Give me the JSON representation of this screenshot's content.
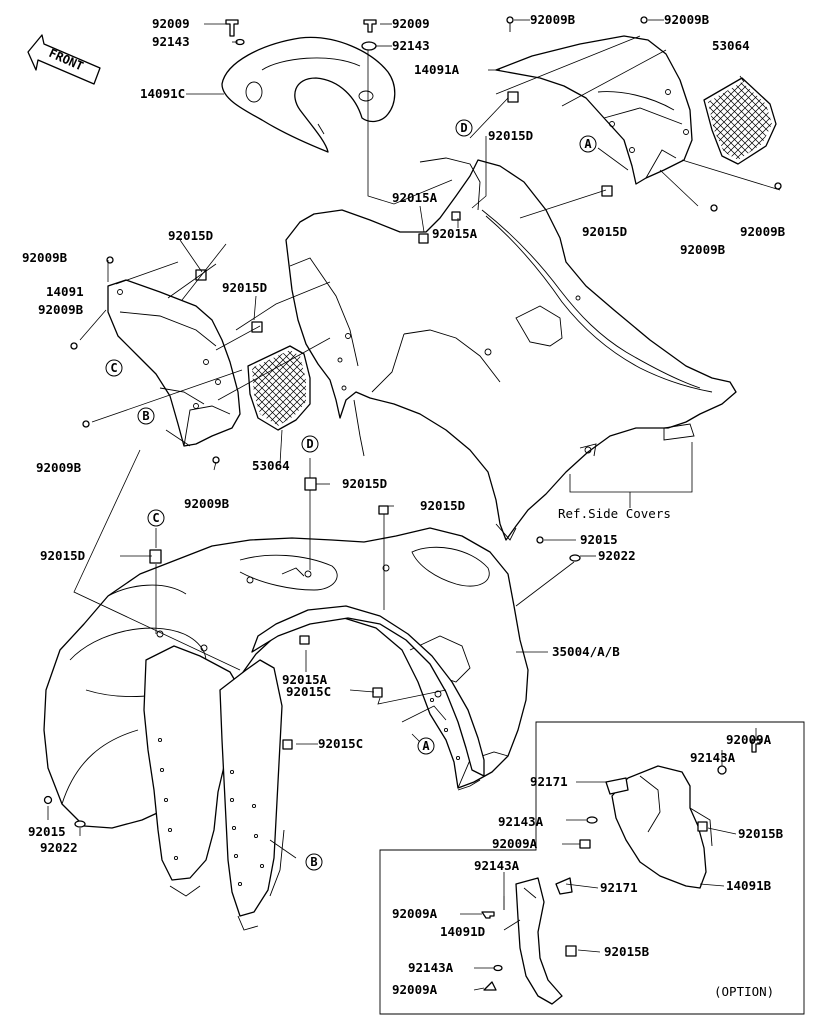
{
  "front_arrow": {
    "label": "FRONT"
  },
  "option_box": {
    "label": "(OPTION)"
  },
  "ref_note": "Ref.Side Covers",
  "part_labels": [
    {
      "id": "p1",
      "text": "92009"
    },
    {
      "id": "p2",
      "text": "92143"
    },
    {
      "id": "p3",
      "text": "14091C"
    },
    {
      "id": "p4",
      "text": "92009"
    },
    {
      "id": "p5",
      "text": "92143"
    },
    {
      "id": "p6",
      "text": "92009B"
    },
    {
      "id": "p7",
      "text": "92009B"
    },
    {
      "id": "p8",
      "text": "14091A"
    },
    {
      "id": "p9",
      "text": "53064"
    },
    {
      "id": "p10",
      "text": "92015D"
    },
    {
      "id": "p11",
      "text": "92009B"
    },
    {
      "id": "p12",
      "text": "92015D"
    },
    {
      "id": "p13",
      "text": "92009B"
    },
    {
      "id": "p14",
      "text": "92015A"
    },
    {
      "id": "p15",
      "text": "92015A"
    },
    {
      "id": "p16",
      "text": "92009B"
    },
    {
      "id": "p17",
      "text": "92015D"
    },
    {
      "id": "p18",
      "text": "14091"
    },
    {
      "id": "p19",
      "text": "92009B"
    },
    {
      "id": "p20",
      "text": "92015D"
    },
    {
      "id": "p21",
      "text": "92009B"
    },
    {
      "id": "p22",
      "text": "53064"
    },
    {
      "id": "p23",
      "text": "92015D"
    },
    {
      "id": "p24",
      "text": "92009B"
    },
    {
      "id": "p25",
      "text": "92015D"
    },
    {
      "id": "p26",
      "text": "92015D"
    },
    {
      "id": "p27",
      "text": "92015"
    },
    {
      "id": "p28",
      "text": "92022"
    },
    {
      "id": "p29",
      "text": "35004/A/B"
    },
    {
      "id": "p30",
      "text": "92015A"
    },
    {
      "id": "p31",
      "text": "92015C"
    },
    {
      "id": "p32",
      "text": "92015C"
    },
    {
      "id": "p33",
      "text": "92015"
    },
    {
      "id": "p34",
      "text": "92022"
    },
    {
      "id": "p35",
      "text": "92009A"
    },
    {
      "id": "p36",
      "text": "92143A"
    },
    {
      "id": "p37",
      "text": "92171"
    },
    {
      "id": "p38",
      "text": "92143A"
    },
    {
      "id": "p39",
      "text": "92015B"
    },
    {
      "id": "p40",
      "text": "92009A"
    },
    {
      "id": "p41",
      "text": "92143A"
    },
    {
      "id": "p42",
      "text": "92171"
    },
    {
      "id": "p43",
      "text": "14091B"
    },
    {
      "id": "p44",
      "text": "92009A"
    },
    {
      "id": "p45",
      "text": "14091D"
    },
    {
      "id": "p46",
      "text": "92143A"
    },
    {
      "id": "p47",
      "text": "92015B"
    },
    {
      "id": "p48",
      "text": "92009A"
    }
  ],
  "ref_markers": [
    {
      "id": "r1",
      "text": "D"
    },
    {
      "id": "r2",
      "text": "A"
    },
    {
      "id": "r3",
      "text": "C"
    },
    {
      "id": "r4",
      "text": "B"
    },
    {
      "id": "r5",
      "text": "D"
    },
    {
      "id": "r6",
      "text": "C"
    },
    {
      "id": "r7",
      "text": "A"
    },
    {
      "id": "r8",
      "text": "B"
    }
  ]
}
